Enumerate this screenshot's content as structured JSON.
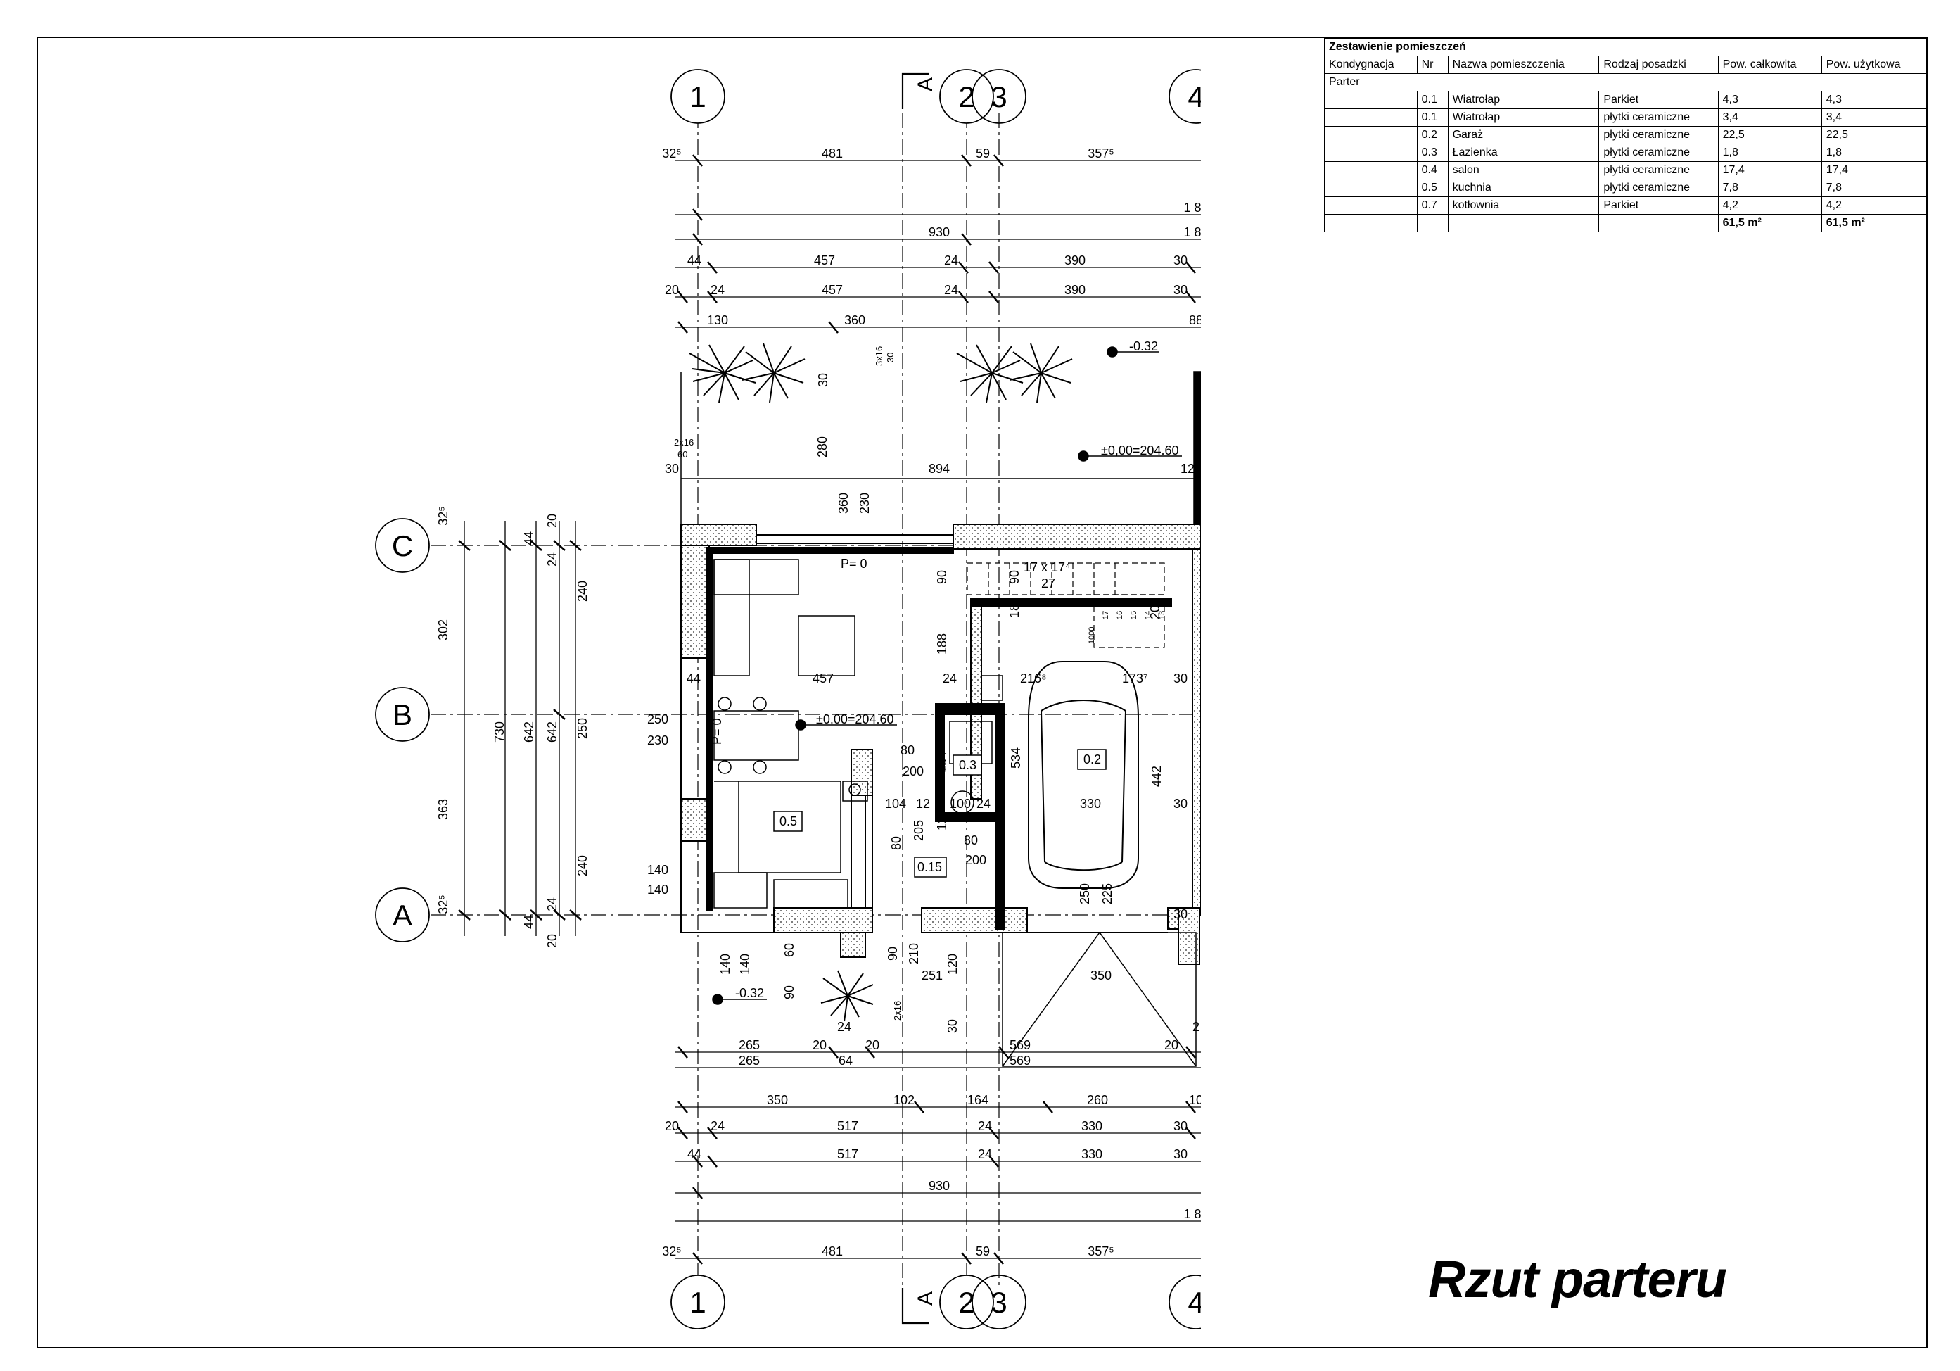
{
  "title": "Rzut parteru",
  "room_table": {
    "title": "Zestawienie pomieszczeń",
    "headers": [
      "Kondygnacja",
      "Nr",
      "Nazwa pomieszczenia",
      "Rodzaj posadzki",
      "Pow. całkowita",
      "Pow. użytkowa"
    ],
    "level": "Parter",
    "rows": [
      {
        "nr": "0.1",
        "name": "Wiatrołap",
        "floor": "Parkiet",
        "total": "4,3",
        "usable": "4,3"
      },
      {
        "nr": "0.1",
        "name": "Wiatrołap",
        "floor": "płytki ceramiczne",
        "total": "3,4",
        "usable": "3,4"
      },
      {
        "nr": "0.2",
        "name": "Garaż",
        "floor": "płytki ceramiczne",
        "total": "22,5",
        "usable": "22,5"
      },
      {
        "nr": "0.3",
        "name": "Łazienka",
        "floor": "płytki ceramiczne",
        "total": "1,8",
        "usable": "1,8"
      },
      {
        "nr": "0.4",
        "name": "salon",
        "floor": "płytki ceramiczne",
        "total": "17,4",
        "usable": "17,4"
      },
      {
        "nr": "0.5",
        "name": "kuchnia",
        "floor": "płytki ceramiczne",
        "total": "7,8",
        "usable": "7,8"
      },
      {
        "nr": "0.7",
        "name": "kotłownia",
        "floor": "Parkiet",
        "total": "4,2",
        "usable": "4,2"
      }
    ],
    "total_area": "61,5 m²",
    "usable_area": "61,5 m²"
  },
  "axes": {
    "vertical": [
      "1",
      "2",
      "3",
      "4"
    ],
    "horizontal": [
      "C",
      "B",
      "A"
    ],
    "section": "A"
  },
  "dims": {
    "top_row1": [
      "32⁵",
      "481",
      "59",
      "357⁵"
    ],
    "top_row2": "1 8",
    "top_row3": [
      "930",
      "1 8"
    ],
    "top_row4": [
      "44",
      "457",
      "24",
      "390",
      "30"
    ],
    "top_row5": [
      "20",
      "24",
      "457",
      "24",
      "390",
      "30"
    ],
    "top_row6": [
      "130",
      "360",
      "88"
    ],
    "bottom_row1": [
      "265",
      "20",
      "20",
      "569",
      "20",
      "2"
    ],
    "bottom_row2": [
      "265",
      "64",
      "569"
    ],
    "bottom_row3": [
      "350",
      "102",
      "164",
      "260",
      "10"
    ],
    "bottom_row4": [
      "20",
      "24",
      "517",
      "24",
      "330",
      "30"
    ],
    "bottom_row5": [
      "44",
      "517",
      "24",
      "330",
      "30"
    ],
    "bottom_row6": "930",
    "bottom_row7": "1 8",
    "bottom_row8": [
      "32⁵",
      "481",
      "59",
      "357⁵"
    ],
    "left_total": "730",
    "left_c1": [
      "302",
      "363"
    ],
    "left_c2": "642",
    "left_c3": [
      "44",
      "642",
      "44"
    ],
    "left_c4": [
      "24",
      "240",
      "250",
      "240",
      "24"
    ],
    "left_top_small": [
      "32⁵",
      "20"
    ],
    "left_bottom_small": [
      "32⁵",
      "20"
    ]
  },
  "labels": {
    "level_ext_top": "-0.32",
    "level_terrace": "±0,00=204.60",
    "level_interior": "±0,00=204.60",
    "level_ext_bottom": "-0.32",
    "terrace_depth": "280",
    "terrace_width": "894",
    "terrace_left": "30",
    "terrace_right": "12",
    "gap_left": "2x16",
    "gap_left2": "60",
    "gap_top": "3x16",
    "gap_top2": "30",
    "gap_top3": "30",
    "vent_dims": [
      "360",
      "230"
    ],
    "window_p0_top": "P= 0",
    "window_p0_left": "P= 0",
    "stairs_spec": "17 x 17⁴",
    "stairs_27": "27",
    "stairs_200": "200",
    "stairs_steps": [
      "1000",
      "17",
      "16",
      "15",
      "14",
      "13"
    ],
    "room_05": "0.5",
    "room_03": "0.3",
    "room_02": "0.2",
    "room_015": "0.15",
    "d_457_inner": "457",
    "d_44_inner": "44",
    "d_24_inner": "24",
    "d_216": "216⁸",
    "d_173": "173⁷",
    "d_30_inner": "30",
    "d_90_a": "90",
    "d_90_b": "90",
    "d_18": "18",
    "d_188": "188",
    "d_250": "250",
    "d_230": "230",
    "d_80_a": "80",
    "d_200_a": "200",
    "d_184": "184",
    "d_534": "534",
    "d_442": "442",
    "d_30_right": "30",
    "d_330": "330",
    "d_104": "104",
    "d_12": "12",
    "d_100": "100",
    "d_24_b": "24",
    "d_80_b": "80",
    "d_205": "205",
    "d_12_b": "12",
    "d_80_c": "80",
    "d_200_b": "200",
    "d_140_a": "140",
    "d_140_b": "140",
    "d_250_car": "250",
    "d_225": "225",
    "d_140_c": "140",
    "d_140_d": "140",
    "d_60": "60",
    "d_90_c": "90",
    "d_210": "210",
    "d_120": "120",
    "d_251": "251",
    "d_90_d": "90",
    "d_24_c": "24",
    "d_2x16": "2x16",
    "d_30_bottom": "30",
    "d_30_garage": "30",
    "d_350_garage": "350"
  },
  "colors": {
    "line": "#000000",
    "hatch": "#555555",
    "paper": "#ffffff"
  }
}
